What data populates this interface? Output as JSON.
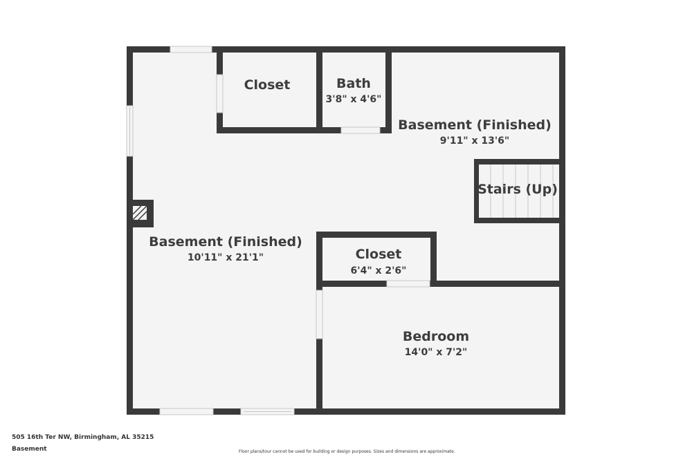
{
  "rooms": {
    "closet_top": {
      "name": "Closet"
    },
    "bath": {
      "name": "Bath",
      "dims": "3'8\" x 4'6\""
    },
    "basement_upper": {
      "name": "Basement (Finished)",
      "dims": "9'11\" x 13'6\""
    },
    "stairs": {
      "name": "Stairs (Up)"
    },
    "basement_main": {
      "name": "Basement (Finished)",
      "dims": "10'11\" x 21'1\""
    },
    "closet_mid": {
      "name": "Closet",
      "dims": "6'4\" x 2'6\""
    },
    "bedroom": {
      "name": "Bedroom",
      "dims": "14'0\" x 7'2\""
    }
  },
  "footer": {
    "address": "505 16th Ter NW, Birmingham, AL 35215",
    "level": "Basement",
    "disclaimer": "Floor plans/tour cannot be used for building or design purposes. Sizes and dimensions are approximate."
  },
  "colors": {
    "wall": "#3a3a3a",
    "floor": "#f4f4f4",
    "text": "#3d3d3d",
    "background": "#ffffff"
  }
}
